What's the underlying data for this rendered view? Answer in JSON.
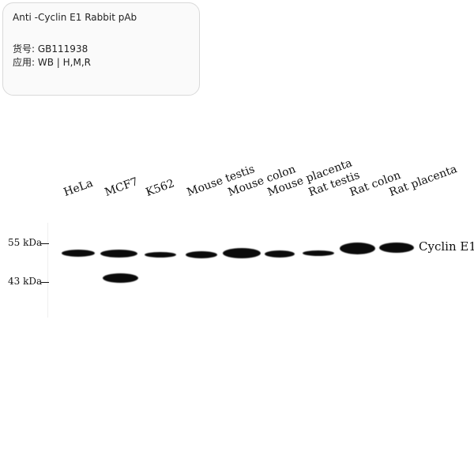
{
  "card": {
    "title": "Anti -Cyclin E1 Rabbit pAb",
    "catalog_label": "货号:",
    "catalog_value": "GB111938",
    "application_label": "应用:",
    "application_value": "WB | H,M,R"
  },
  "blot": {
    "lanes": [
      "HeLa",
      "MCF7",
      "K562",
      "Mouse testis",
      "Mouse colon",
      "Mouse placenta",
      "Rat testis",
      "Rat colon",
      "Rat placenta"
    ],
    "markers": [
      "55 kDa",
      "43 kDa"
    ],
    "target_label": "Cyclin E1"
  }
}
